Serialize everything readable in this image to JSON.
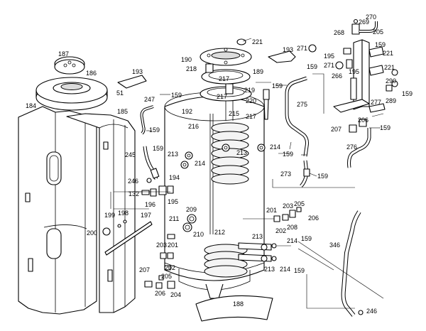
{
  "labels": {
    "l269": "269",
    "l270": "270",
    "l268": "268",
    "l205a": "205",
    "l221a": "221",
    "l187": "187",
    "l193a": "193",
    "l271a": "271",
    "l195a": "195",
    "l159a": "159",
    "l190": "190",
    "l218": "218",
    "l189": "189",
    "l217a": "217",
    "l217b": "217",
    "l219": "219",
    "l220": "220",
    "l186": "186",
    "l51": "51",
    "l247": "247",
    "l159b": "159",
    "l193b": "193",
    "l159c": "159",
    "l275": "275",
    "l271b": "271",
    "l221b": "221",
    "l159d": "159",
    "l266": "266",
    "l221c": "221",
    "l290": "290",
    "l289": "289",
    "l159e": "159",
    "l277": "277",
    "l184": "184",
    "l185": "185",
    "l192": "192",
    "l215": "215",
    "l217c": "217",
    "l216": "216",
    "l159f": "159",
    "l206a": "206",
    "l207a": "207",
    "l159g": "159",
    "l276": "276",
    "l245": "245",
    "l159h": "159",
    "l213a": "213",
    "l214a": "214",
    "l213b": "213",
    "l214b": "214",
    "l159i": "159",
    "l273": "273",
    "l159j": "159",
    "l246a": "246",
    "l194": "194",
    "l132": "132",
    "l196": "196",
    "l195b": "195",
    "l201a": "201",
    "l203a": "203",
    "l205b": "205",
    "l206b": "206",
    "l208": "208",
    "l202a": "202",
    "l199": "199",
    "l198": "198",
    "l197": "197",
    "l209": "209",
    "l211": "211",
    "l200": "200",
    "l210": "210",
    "l212": "212",
    "l213c": "213",
    "l159k": "159",
    "l214c": "214",
    "l346": "346",
    "l203b": "203",
    "l201b": "201",
    "l202b": "202",
    "l207b": "207",
    "l205c": "205",
    "l206c": "206",
    "l204": "204",
    "l213d": "213",
    "l214d": "214",
    "l159l": "159",
    "l188": "188",
    "l246b": "246"
  },
  "colors": {
    "line": "#000000",
    "background": "#ffffff",
    "shading": "#dcdcdc"
  }
}
